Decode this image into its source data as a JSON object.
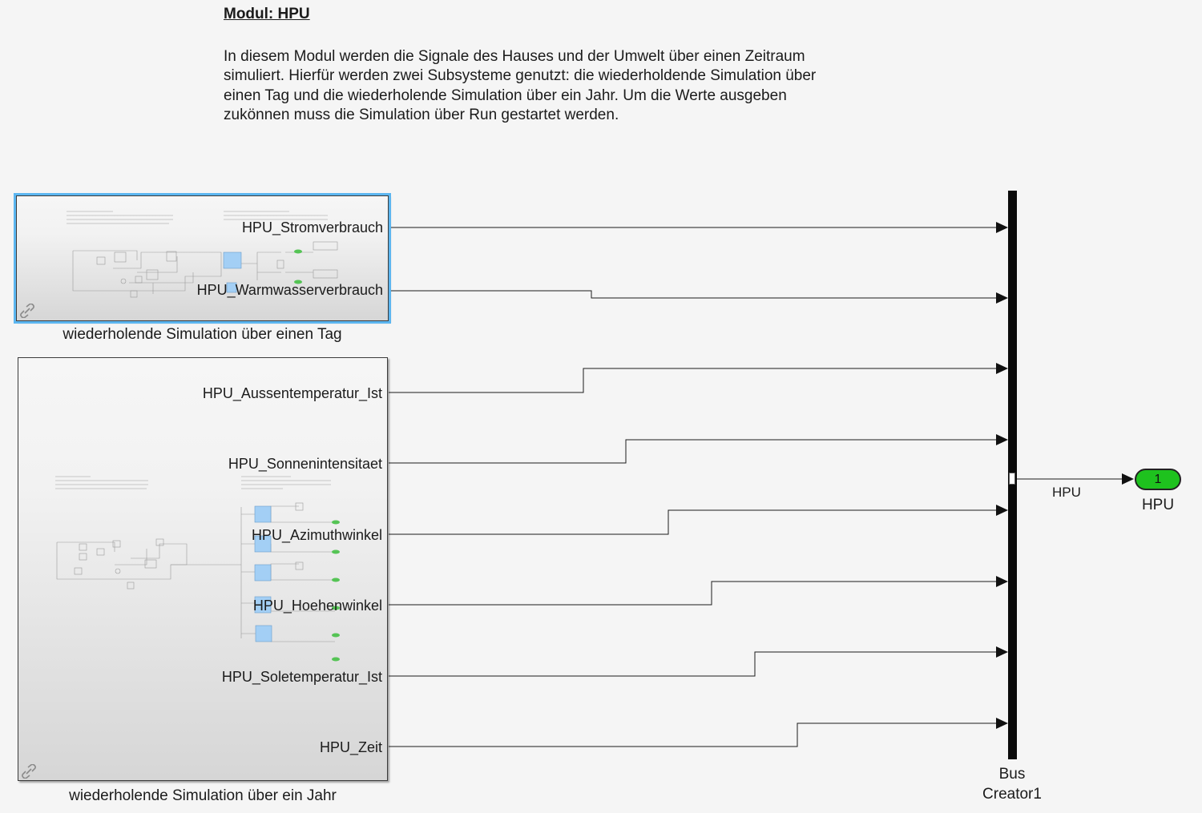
{
  "model": {
    "title": "Modul: HPU",
    "description": "In diesem Modul werden die Signale des Hauses und der Umwelt über einen Zeitraum simuliert. Hierfür werden zwei Subsysteme genutzt: die wiederholdende Simulation über einen Tag und die wiederholende Simulation über ein Jahr. Um die Werte ausgeben zukönnen muss die Simulation über Run gestartet werden."
  },
  "subsystem_day": {
    "label": "wiederholende Simulation über einen Tag",
    "ports": [
      "HPU_Stromverbrauch",
      "HPU_Warmwasserverbrauch"
    ]
  },
  "subsystem_year": {
    "label": "wiederholende Simulation über ein Jahr",
    "ports": [
      "HPU_Aussentemperatur_Ist",
      "HPU_Sonnenintensitaet",
      "HPU_Azimuthwinkel",
      "HPU_Hoehenwinkel",
      "HPU_Soletemperatur_Ist",
      "HPU_Zeit"
    ]
  },
  "bus_creator": {
    "label_line1": "Bus",
    "label_line2": "Creator1"
  },
  "output_signal": {
    "name": "HPU"
  },
  "outport": {
    "number": "1",
    "label": "HPU",
    "color": "#1ec21e"
  },
  "colors": {
    "selection": "#5cb6f0",
    "canvas": "#f5f5f5",
    "thumbnail_block": "#a3cff5",
    "thumbnail_terminator": "#55c455"
  },
  "icons": [
    "library-link-icon"
  ]
}
